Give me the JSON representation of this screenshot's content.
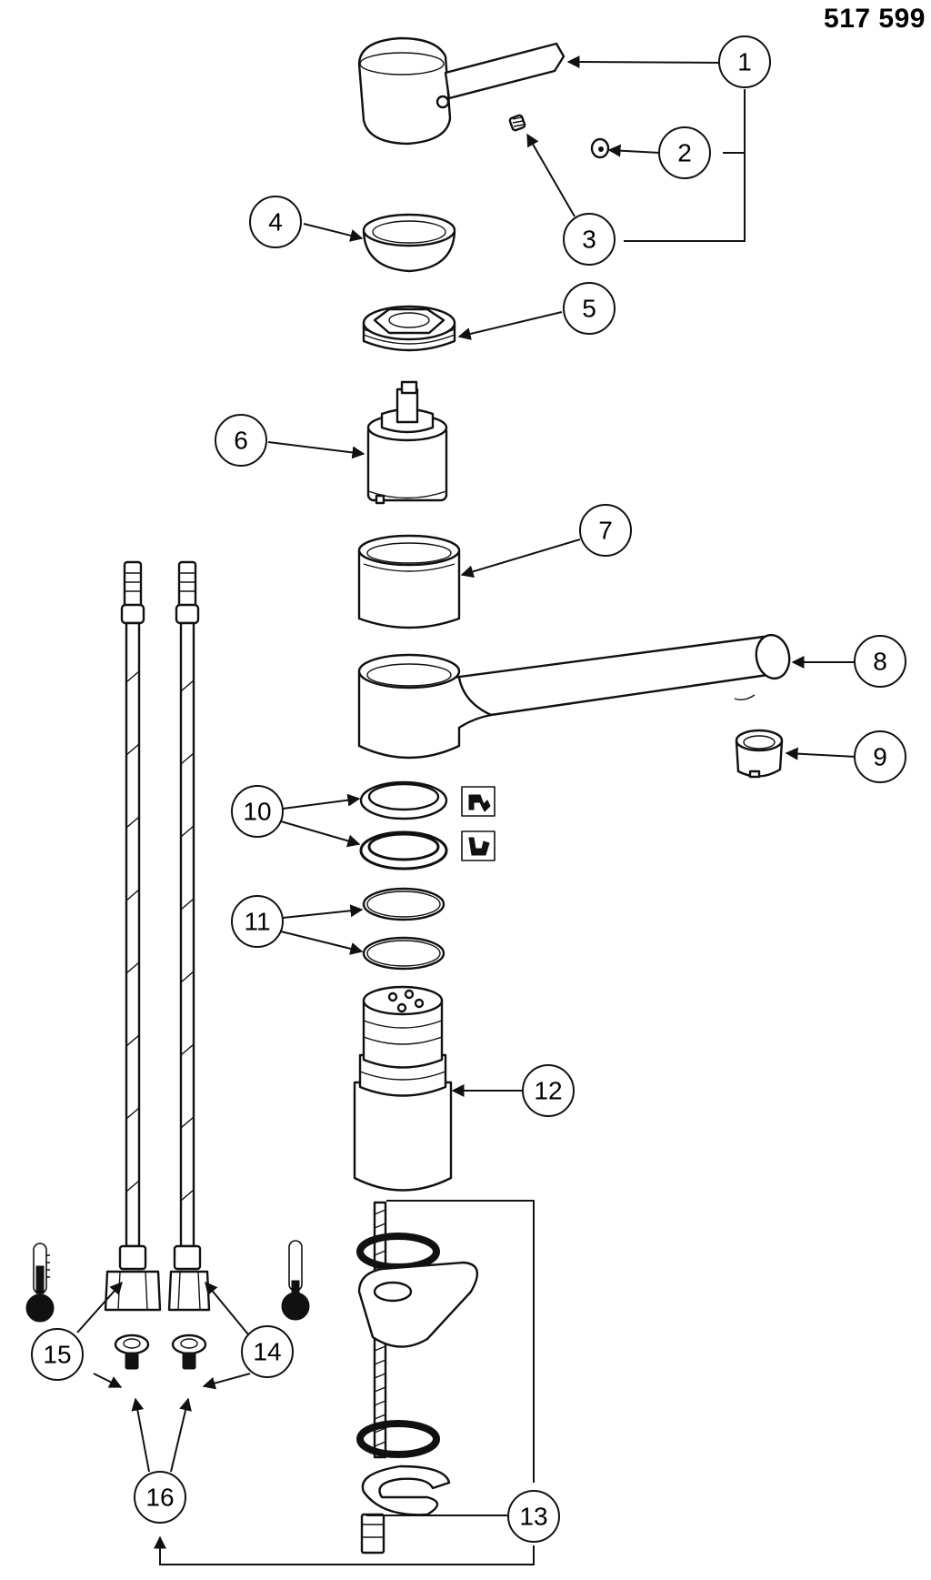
{
  "document_number": "517 599",
  "callouts": [
    "1",
    "2",
    "3",
    "4",
    "5",
    "6",
    "7",
    "8",
    "9",
    "10",
    "11",
    "12",
    "13",
    "14",
    "15",
    "16"
  ],
  "icons": {
    "hot_cold": "thermometer-icon",
    "seal_type_a": "seal-profile-a-icon",
    "seal_type_b": "seal-profile-b-icon"
  },
  "colors": {
    "line": "#111111",
    "background": "#ffffff"
  }
}
